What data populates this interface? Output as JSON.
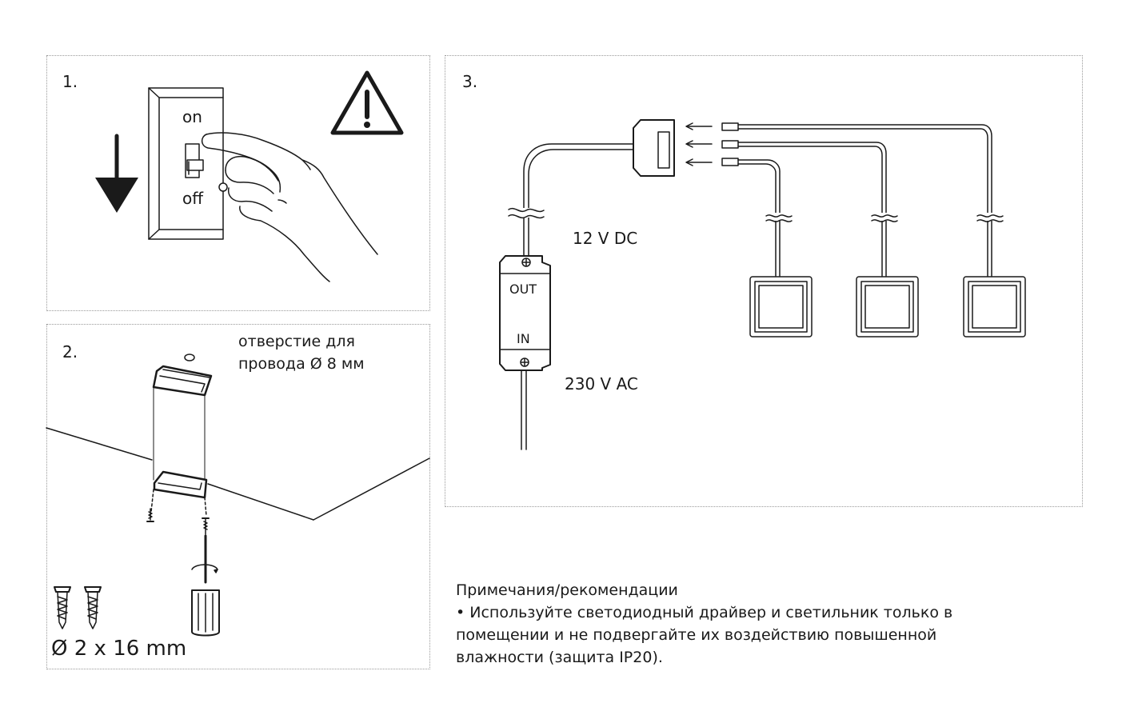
{
  "panels": {
    "step1": {
      "number": "1.",
      "switch_on": "on",
      "switch_off": "off"
    },
    "step2": {
      "number": "2.",
      "hole_label_line1": "отверстие для",
      "hole_label_line2": "провода  Ø 8 мм",
      "screw_spec": "Ø 2 x 16 mm"
    },
    "step3": {
      "number": "3.",
      "driver_out": "OUT",
      "driver_in": "IN",
      "output_voltage": "12 V DC",
      "input_voltage": "230 V AC"
    }
  },
  "notes": {
    "title": "Примечания/рекомендации",
    "line1": "• Используйте светодиодный драйвер и светильник только в",
    "line2": "помещении и не подвергайте их воздействию повышенной",
    "line3": "влажности (защита IP20)."
  },
  "icons": [
    "warning-icon",
    "down-arrow-icon",
    "light-switch",
    "hand",
    "screw-icon",
    "screwdriver-icon",
    "led-driver",
    "splitter",
    "spotlight"
  ]
}
